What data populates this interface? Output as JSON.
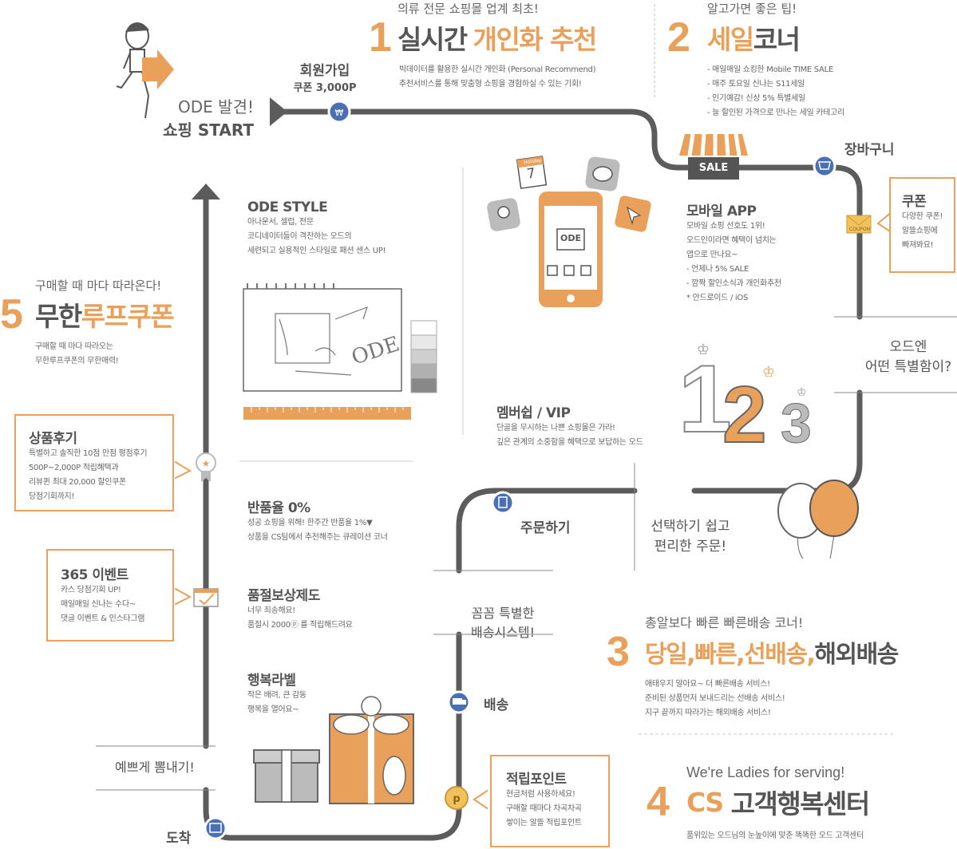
{
  "start": {
    "title1": "ODE 발견!",
    "title2": "쇼핑 START"
  },
  "signup": {
    "label": "회원가입",
    "sub": "쿠폰 3,000P"
  },
  "section1": {
    "pre": "의류 전문 쇼핑몰 업계 최초!",
    "num": "1",
    "title_a": "실시간",
    "title_b": "개인화 추천",
    "lines": [
      "빅데이터를 활용한 실시간 개인화 (Personal Recommend)",
      "추천서비스를 통해 맞춤형 쇼핑을 경험하실 수 있는 기회!"
    ]
  },
  "section2": {
    "pre": "알고가면 좋은 팁!",
    "num": "2",
    "title_a": "세일",
    "title_b": "코너",
    "lines": [
      "- 매일매일 쇼킹한 Mobile TIME SALE",
      "- 매주 토요일 신나는 S11세일",
      "- 인기예감! 신상 5% 특별세일",
      "- 늘 할인된 가격으로 만나는 세일 카테고리"
    ]
  },
  "sale_sign": "SALE",
  "cart": "장바구니",
  "coupon_box": {
    "title": "쿠폰",
    "lines": [
      "다양한 쿠폰!",
      "알뜰쇼핑에",
      "빠져봐요!"
    ],
    "tag": "COUPON"
  },
  "mobile": {
    "title": "모바일 APP",
    "lines": [
      "모바일 쇼핑 선호도 1위!",
      "오드인이라면 혜택이 넘치는",
      "앱으로 만나요~",
      "- 언제나 5% SALE",
      "- 깜짝 할인소식과 개인화추천",
      "* 안드로이드 / iOS"
    ],
    "logo": "ODE",
    "cal_top": "Holiday",
    "cal_num": "7"
  },
  "special": {
    "line1": "오드엔",
    "line2": "어떤 특별함이?"
  },
  "membership": {
    "title": "멤버쉽 / VIP",
    "lines": [
      "단골을 무시하는 나쁜 쇼핑몰은 가라!",
      "깊은 관계의 소중함을 혜택으로 보답하는 오드"
    ],
    "ranks": [
      "1",
      "2",
      "3"
    ]
  },
  "odestyle": {
    "title": "ODE STYLE",
    "lines": [
      "아나운서, 셀럽, 전문",
      "코디네이터들이 격찬하는 오드의",
      "세련되고 실용적인 스타일로 패션 센스 UP!"
    ],
    "sketch": "ODE"
  },
  "section5": {
    "pre": "구매할 때 마다 따라온다!",
    "num": "5",
    "title_a": "무한",
    "title_b": "루프쿠폰",
    "lines": [
      "구매할 때 마다 따라오는",
      "무한루프쿠폰의 무한매력!"
    ]
  },
  "review": {
    "title": "상품후기",
    "lines": [
      "특별하고 솔직한 10점 만점 평점후기",
      "500P~2,000P 적립혜택과",
      "리뷰퀸 최대 20,000 할인쿠폰",
      "당첨기회까지!"
    ]
  },
  "return": {
    "title": "반품율 0%",
    "lines": [
      "성공 쇼핑을 위해! 한주간 반품율 1%▼",
      "상품을 CS팀에서 추천해주는 큐레이션 코너"
    ]
  },
  "order": {
    "label": "주문하기"
  },
  "easy_order": {
    "line1": "선택하기 쉽고",
    "line2": "편리한 주문!"
  },
  "event": {
    "title": "365 이벤트",
    "lines": [
      "카스 당첨기회 UP!",
      "매일매일 신나는 수다~",
      "댓글 이벤트 & 인스타그램"
    ]
  },
  "soldout": {
    "title": "품절보상제도",
    "lines": [
      "너무 죄송해요!",
      "품절시 2000ⓟ 를 적립해드려요"
    ]
  },
  "delivery_system": {
    "line1": "꼼꼼 특별한",
    "line2": "배송시스템!"
  },
  "section3": {
    "pre": "총알보다 빠른 빠른배송 코너!",
    "num": "3",
    "title_a": "당일,빠른,선배송,",
    "title_b": "해외배송",
    "lines": [
      "애태우지 말아요~ 더 빠른배송 서비스!",
      "준비된 상품먼저 보내드리는 선배송 서비스!",
      "지구 끝까지 따라가는 해외배송 서비스!"
    ]
  },
  "happy_label": {
    "title": "행복라벨",
    "lines": [
      "작은 배려, 큰 감동",
      "행복을 열어요~"
    ]
  },
  "delivery": {
    "label": "배송"
  },
  "show_off": "예쁘게 뽐내기!",
  "points": {
    "title": "적립포인트",
    "lines": [
      "현금처럼 사용하세요!",
      "구매할 때마다 차곡차곡",
      "쌓이는 알뜰 적립포인트"
    ]
  },
  "section4": {
    "pre": "We're Ladies for serving!",
    "num": "4",
    "title_a": "CS",
    "title_b": "고객행복센터",
    "lines": [
      "품위있는 오드님의 눈높이에 맞춘 똑똑한 오드 고객센터"
    ]
  },
  "arrive": "도착",
  "colors": {
    "accent": "#e8a05a",
    "road": "#5c5c5c",
    "pin": "#4a6fb5"
  }
}
